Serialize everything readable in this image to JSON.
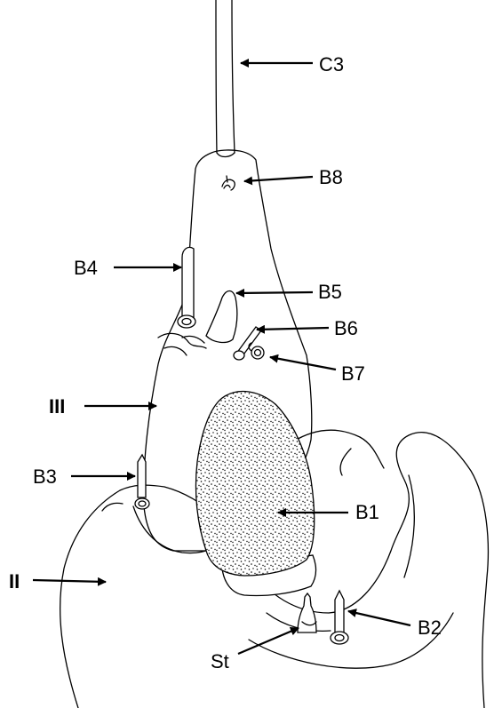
{
  "figure": {
    "labels": {
      "c3": "C3",
      "b8": "B8",
      "b4": "B4",
      "b5": "B5",
      "b6": "B6",
      "b7": "B7",
      "iii": "III",
      "b3": "B3",
      "b1": "B1",
      "ii": "II",
      "st": "St",
      "b2": "B2"
    }
  }
}
